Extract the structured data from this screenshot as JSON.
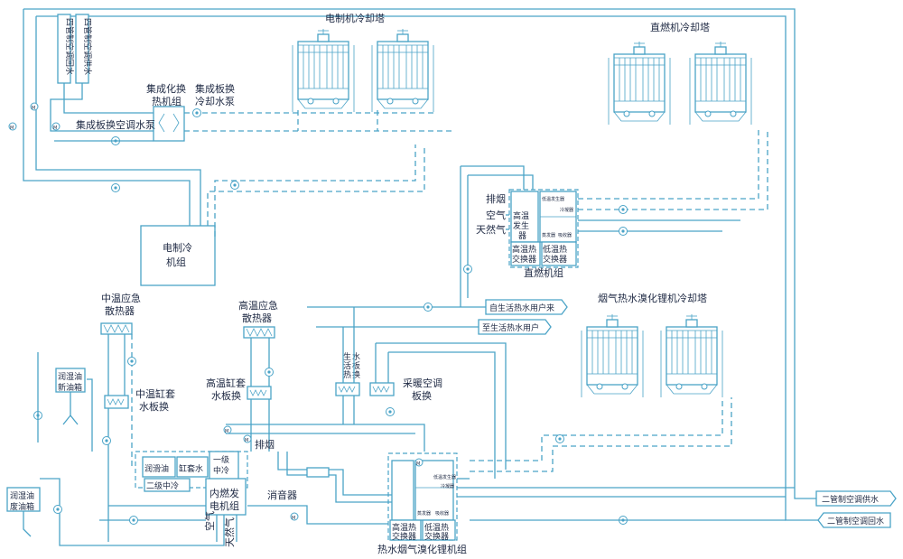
{
  "labels": {
    "four_pipe_return": "四管制空调回水",
    "four_pipe_supply": "四管制空调供水",
    "elec_tower": "电制机冷却塔",
    "direct_tower": "直燃机冷却塔",
    "flue_tower": "烟气热水溴化锂机冷却塔",
    "hx_unit_1": "集成化换",
    "hx_unit_2": "热机组",
    "cool_pump_1": "集成板换",
    "cool_pump_2": "冷却水泵",
    "ac_pump": "集成板换空调水泵",
    "elec_chiller_1": "电制冷",
    "elec_chiller_2": "机组",
    "exhaust_1": "排烟",
    "air": "空气",
    "natural_gas": "天然气",
    "hi_gen_1": "高温",
    "hi_gen_2": "发生",
    "hi_gen_3": "器",
    "hi_hx_1": "高温热",
    "hi_hx_2": "交换器",
    "lo_hx_1": "低温热",
    "lo_hx_2": "交换器",
    "direct_unit": "直燃机组",
    "mid_radiator_1": "中温应急",
    "mid_radiator_2": "散热器",
    "hi_radiator_1": "高温应急",
    "hi_radiator_2": "散热器",
    "from_user": "自生活热水用户来",
    "to_user": "至生活热水用户",
    "lube_new_1": "润湿油",
    "lube_new_2": "新油箱",
    "mid_jacket_1": "中温缸套",
    "mid_jacket_2": "水板换",
    "hi_jacket_1": "高温缸套",
    "hi_jacket_2": "水板换",
    "life_hx_1": "生",
    "life_hx_2": "活",
    "life_hx_3": "热",
    "life_hx_4": "水",
    "life_hx_5": "板",
    "life_hx_6": "换",
    "heat_hx_1": "采暖空调",
    "heat_hx_2": "板换",
    "lube_oil": "润滑油",
    "jacket_water": "缸套水",
    "stage1_1": "一级",
    "stage1_2": "中冷",
    "stage2": "二级中冷",
    "engine_1": "内燃发",
    "engine_2": "电机组",
    "exhaust_2": "排烟",
    "muffler": "消音器",
    "lube_waste_1": "润湿油",
    "lube_waste_2": "废油箱",
    "air_2": "空气",
    "gas_2": "天然气",
    "flue_unit": "热水烟气溴化锂机组",
    "two_pipe_supply": "二管制空调供水",
    "two_pipe_return": "二管制空调回水",
    "tiny_gen_1": "低温发生器",
    "tiny_gen_2": "冷凝器",
    "tiny_gen_3": "蒸发器",
    "tiny_gen_4": "吸收器",
    "valve_m": "M"
  },
  "colors": {
    "pipe": "#4aa3c7",
    "text": "#1f2a44"
  }
}
